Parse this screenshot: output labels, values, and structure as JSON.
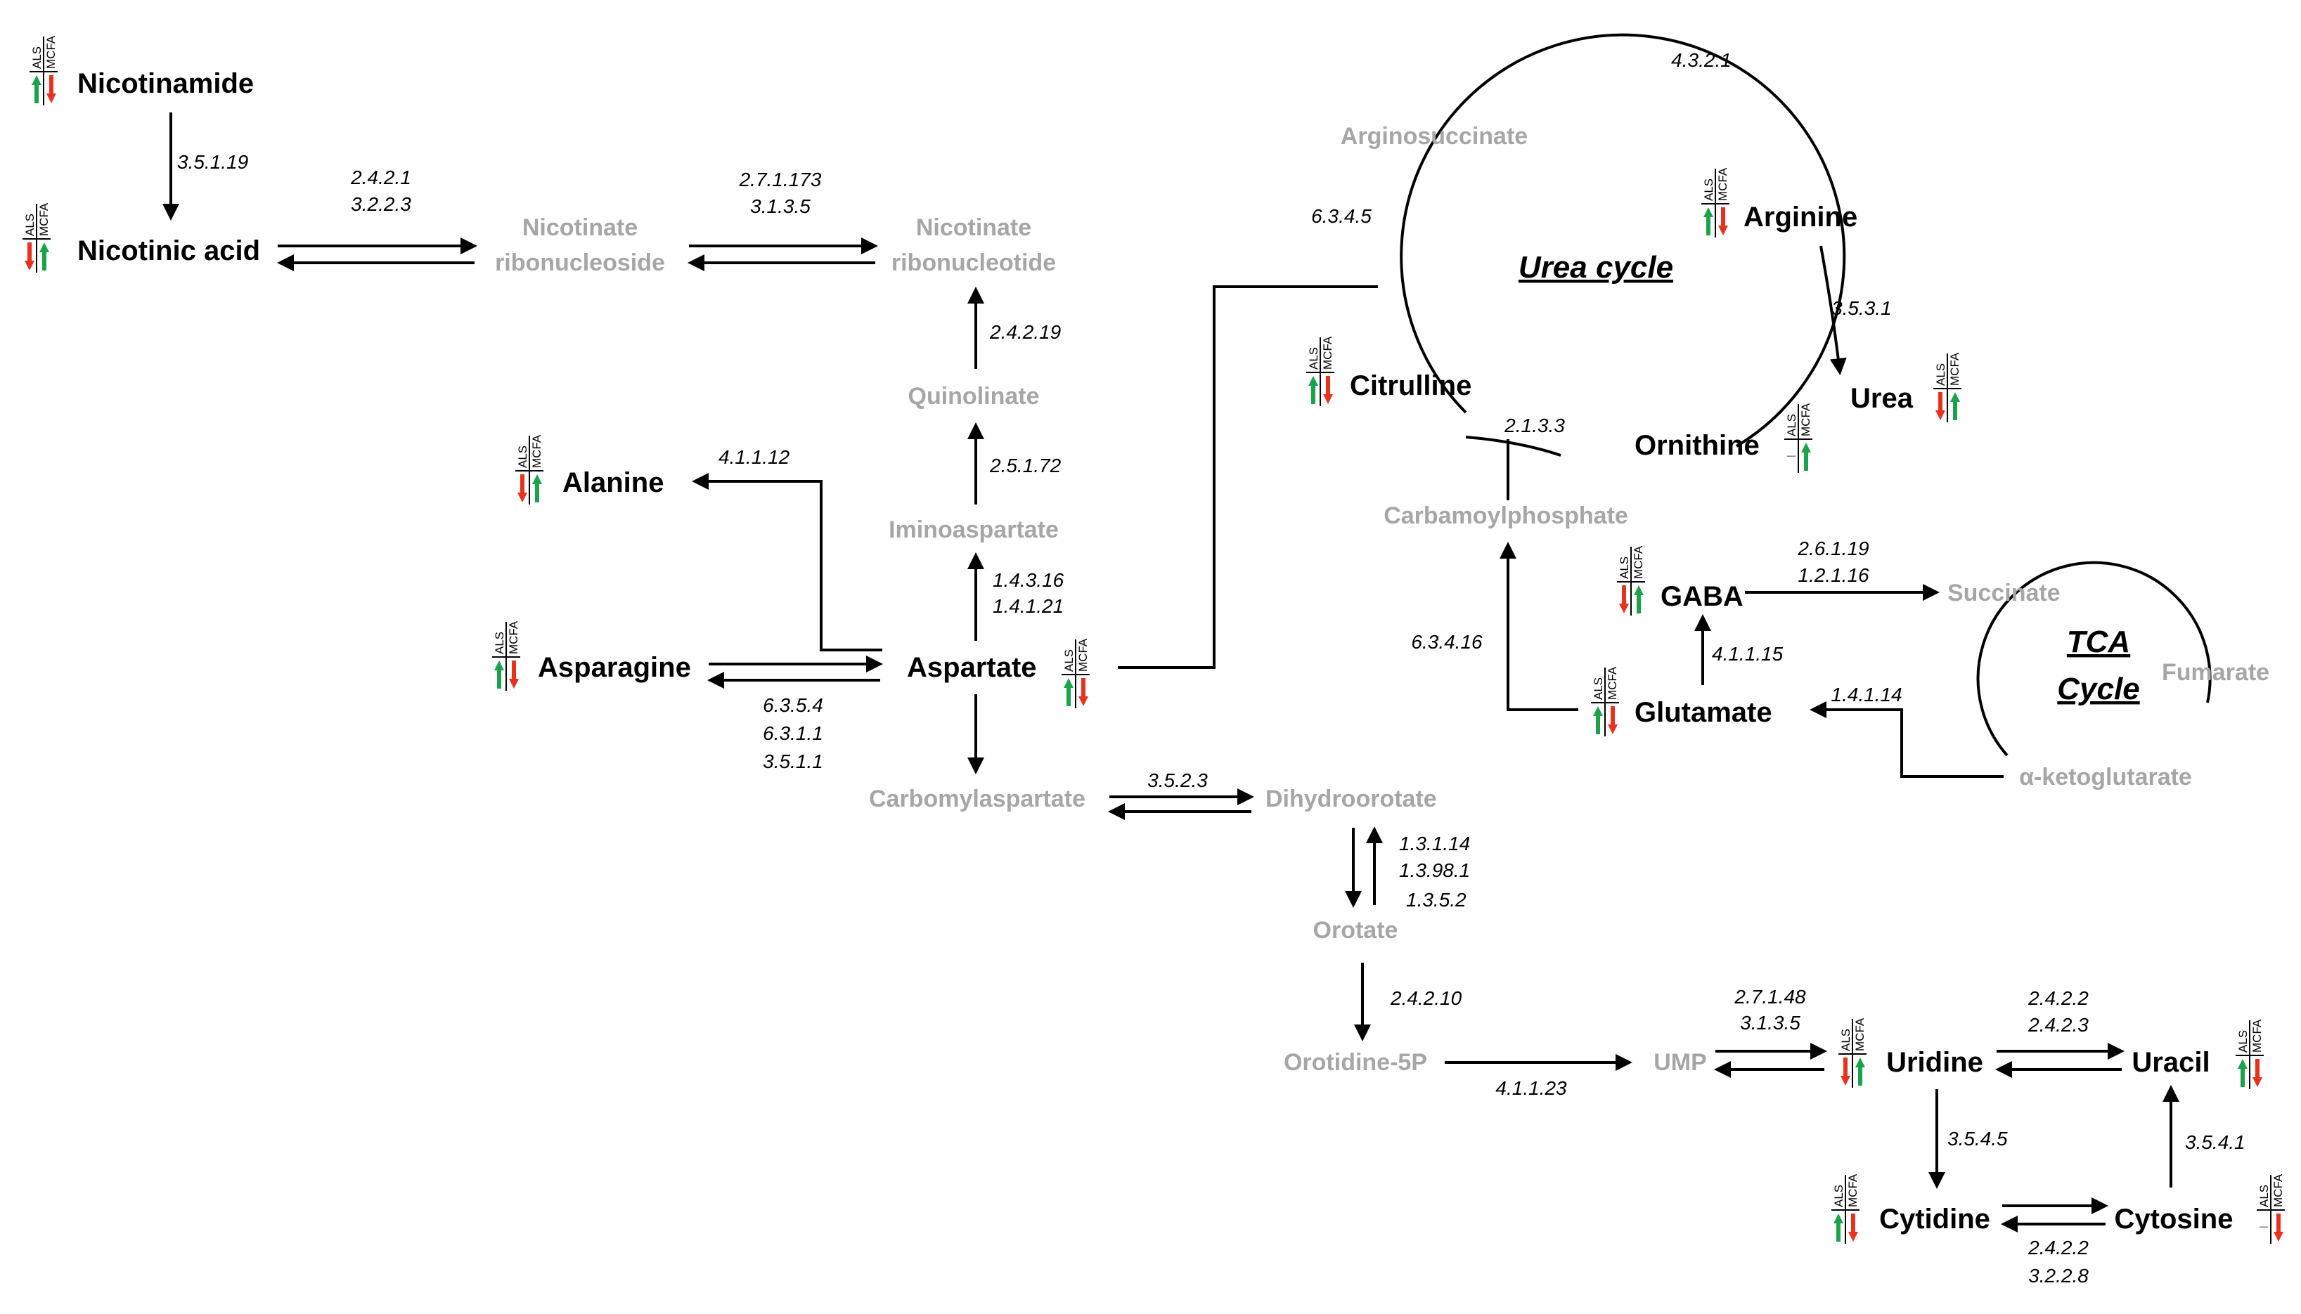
{
  "colors": {
    "up": "#1aa34a",
    "down": "#e8321e",
    "inactive": "#a6a6a6",
    "active": "#000000"
  },
  "legend": {
    "a": "ALS",
    "b": "MCFA",
    "unchanged": "–"
  },
  "cycles": {
    "urea": "Urea cycle",
    "tca_line1": "TCA",
    "tca_line2": "Cycle"
  },
  "metabolites": {
    "nicotinamide": "Nicotinamide",
    "nicotinic_acid": "Nicotinic acid",
    "nicotinate_ribonucleoside": [
      "Nicotinate",
      "ribonucleoside"
    ],
    "nicotinate_ribonucleotide": [
      "Nicotinate",
      "ribonucleotide"
    ],
    "quinolinate": "Quinolinate",
    "iminoaspartate": "Iminoaspartate",
    "alanine": "Alanine",
    "asparagine": "Asparagine",
    "aspartate": "Aspartate",
    "carbomylaspartate": "Carbomylaspartate",
    "dihydroorotate": "Dihydroorotate",
    "orotate": "Orotate",
    "orotidine_5p": "Orotidine-5P",
    "ump": "UMP",
    "uridine": "Uridine",
    "uracil": "Uracil",
    "cytidine": "Cytidine",
    "cytosine": "Cytosine",
    "arginosuccinate": "Arginosuccinate",
    "arginine": "Arginine",
    "citrulline": "Citrulline",
    "urea": "Urea",
    "ornithine": "Ornithine",
    "carbamoylphosphate": "Carbamoylphosphate",
    "gaba": "GABA",
    "succinate": "Succinate",
    "fumarate": "Fumarate",
    "glutamate": "Glutamate",
    "alpha_ketoglutarate": "α-ketoglutarate"
  },
  "enzymes": {
    "e_3_5_1_19": "3.5.1.19",
    "e_nr": [
      "2.4.2.1",
      "3.2.2.3"
    ],
    "e_nrt": [
      "2.7.1.173",
      "3.1.3.5"
    ],
    "e_2_4_2_19": "2.4.2.19",
    "e_2_5_1_72": "2.5.1.72",
    "e_imino": [
      "1.4.3.16",
      "1.4.1.21"
    ],
    "e_4_1_1_12": "4.1.1.12",
    "e_asn": [
      "6.3.5.4",
      "6.3.1.1",
      "3.5.1.1"
    ],
    "e_3_5_2_3": "3.5.2.3",
    "e_oro": [
      "1.3.1.14",
      "1.3.98.1",
      "1.3.5.2"
    ],
    "e_2_4_2_10": "2.4.2.10",
    "e_4_1_1_23": "4.1.1.23",
    "e_ump": [
      "2.7.1.48",
      "3.1.3.5"
    ],
    "e_ura": [
      "2.4.2.2",
      "2.4.2.3"
    ],
    "e_3_5_4_5": "3.5.4.5",
    "e_3_5_4_1": "3.5.4.1",
    "e_cyt": [
      "2.4.2.2",
      "3.2.2.8"
    ],
    "e_4_3_2_1": "4.3.2.1",
    "e_6_3_4_5": "6.3.4.5",
    "e_3_5_3_1": "3.5.3.1",
    "e_2_1_3_3": "2.1.3.3",
    "e_6_3_4_16": "6.3.4.16",
    "e_gaba": [
      "2.6.1.19",
      "1.2.1.16"
    ],
    "e_4_1_1_15": "4.1.1.15",
    "e_1_4_1_14": "1.4.1.14"
  },
  "changes": {
    "nicotinamide": [
      "up",
      "down"
    ],
    "nicotinic_acid": [
      "down",
      "up"
    ],
    "alanine": [
      "down",
      "up"
    ],
    "asparagine": [
      "up",
      "down"
    ],
    "aspartate": [
      "up",
      "down"
    ],
    "arginine": [
      "up",
      "down"
    ],
    "citrulline": [
      "up",
      "down"
    ],
    "urea": [
      "down",
      "up"
    ],
    "ornithine": [
      "none",
      "up"
    ],
    "gaba": [
      "down",
      "up"
    ],
    "glutamate": [
      "up",
      "down"
    ],
    "uridine": [
      "down",
      "up"
    ],
    "uracil": [
      "up",
      "down"
    ],
    "cytidine": [
      "up",
      "down"
    ],
    "cytosine": [
      "none",
      "down"
    ]
  }
}
